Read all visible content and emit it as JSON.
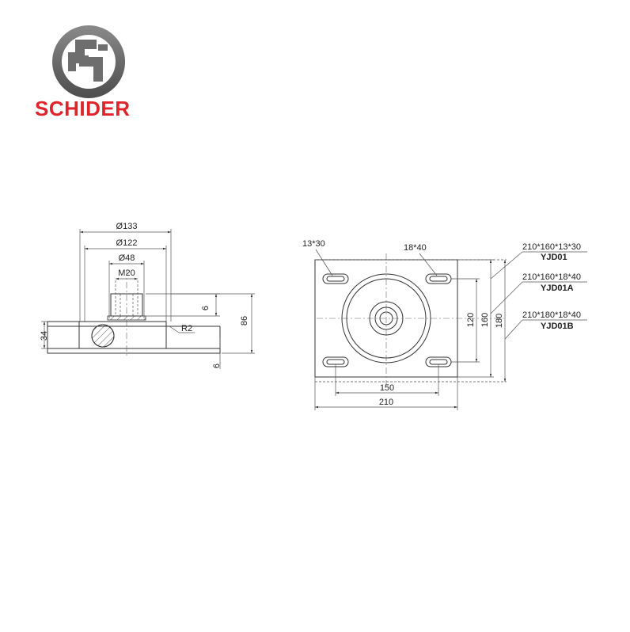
{
  "brand": {
    "name": "SCHIDER",
    "color": "#e0242b",
    "logo_color": "#6e6e6e"
  },
  "side_view": {
    "dia_outer": "Ø133",
    "dia_inner": "Ø122",
    "dia_stud_base": "Ø48",
    "thread": "M20",
    "top_plate_thickness": "6",
    "total_height": "86",
    "radius": "R2",
    "body_height": "34",
    "bottom_plate_thickness": "6"
  },
  "top_view": {
    "slot_small": "13*30",
    "slot_large": "18*40",
    "width_inner_holes": "150",
    "width_total": "210",
    "height_inner_holes": "120",
    "height_mid": "160",
    "height_total": "180"
  },
  "models": [
    {
      "spec": "210*160*13*30",
      "code": "YJD01"
    },
    {
      "spec": "210*160*18*40",
      "code": "YJD01A"
    },
    {
      "spec": "210*180*18*40",
      "code": "YJD01B"
    }
  ]
}
